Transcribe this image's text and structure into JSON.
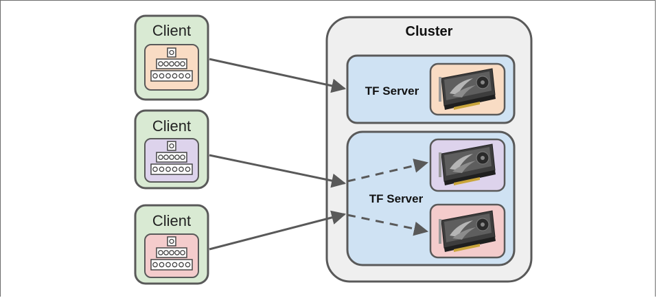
{
  "cluster": {
    "title": "Cluster"
  },
  "clients": [
    {
      "label": "Client",
      "color": "#f9dcc4"
    },
    {
      "label": "Client",
      "color": "#ddd3ec"
    },
    {
      "label": "Client",
      "color": "#f4cccc"
    }
  ],
  "servers": [
    {
      "label": "TF Server",
      "gpus": [
        "#f9dcc4"
      ]
    },
    {
      "label": "TF Server",
      "gpus": [
        "#ddd3ec",
        "#f4cccc"
      ]
    }
  ],
  "colors": {
    "client_box": "#d9ead3",
    "cluster_box": "#efefef",
    "server_box": "#cfe2f3",
    "stroke": "#595959",
    "arrow": "#595959"
  }
}
